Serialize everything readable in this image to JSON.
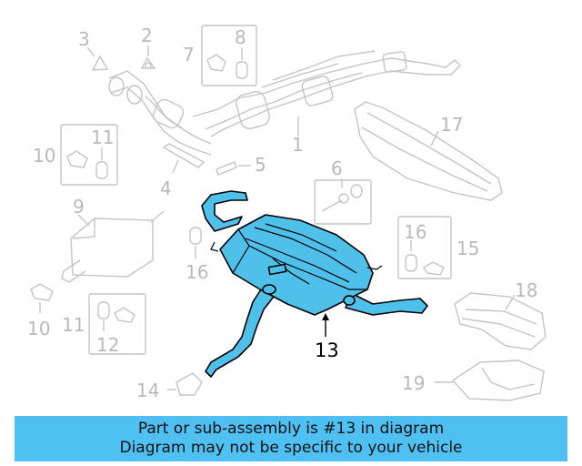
{
  "callouts": {
    "c1": "1",
    "c2": "2",
    "c3": "3",
    "c4": "4",
    "c5": "5",
    "c6": "6",
    "c7": "7",
    "c8": "8",
    "c9": "9",
    "c10a": "10",
    "c10b": "10",
    "c11a": "11",
    "c11b": "11",
    "c12": "12",
    "c13": "13",
    "c14": "14",
    "c15": "15",
    "c16a": "16",
    "c16b": "16",
    "c17": "17",
    "c18": "18",
    "c19": "19"
  },
  "highlight_color": "#4fc0ea",
  "banner": {
    "color": "#4fc0f2",
    "line1": "Part or sub-assembly is #13 in diagram",
    "line2": "Diagram may not be specific to your vehicle"
  }
}
